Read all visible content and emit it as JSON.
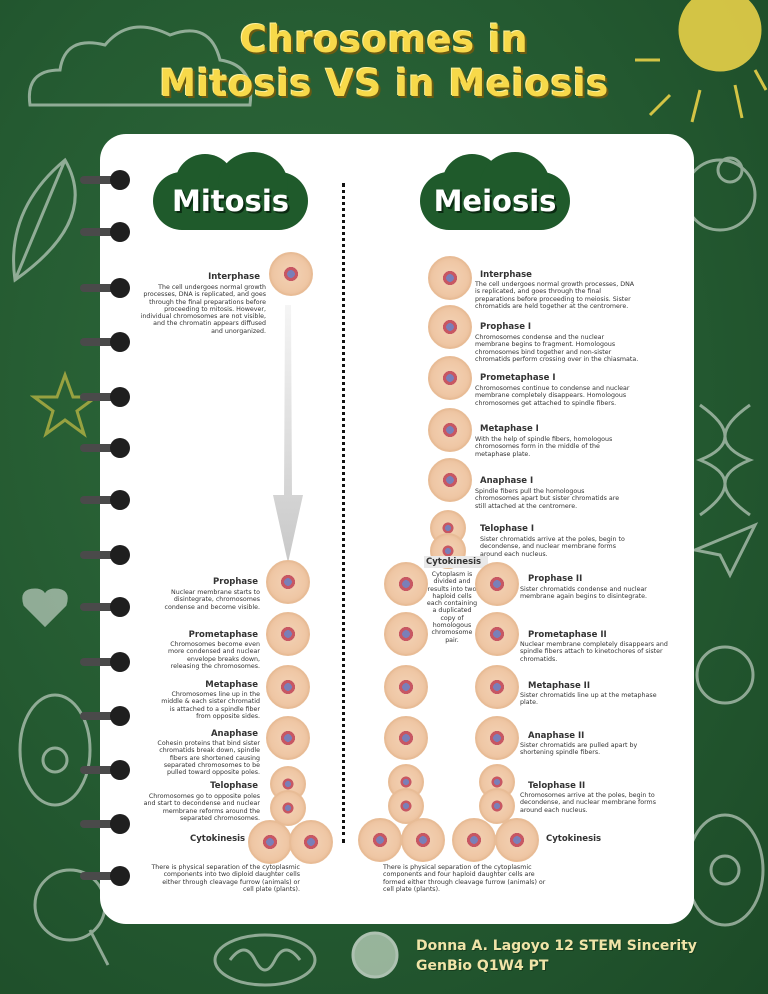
{
  "title": {
    "line1": "Chrosomes in",
    "line2": "Mitosis VS in Meiosis"
  },
  "mitosis": {
    "header": "Mitosis",
    "stages": [
      {
        "name": "Interphase",
        "desc": "The cell undergoes normal growth processes, DNA is replicated, and goes through the final preparations before proceeding to mitosis. However, individual chromosomes are not visible, and the chromatin appears diffused and unorganized."
      },
      {
        "name": "Prophase",
        "desc": "Nuclear membrane starts to disintegrate, chromosomes condense and become visible."
      },
      {
        "name": "Prometaphase",
        "desc": "Chromosomes become even more condensed and nuclear envelope breaks down, releasing the chromosomes."
      },
      {
        "name": "Metaphase",
        "desc": "Chromosomes line up in the middle & each sister chromatid is attached to a spindle fiber from opposite sides."
      },
      {
        "name": "Anaphase",
        "desc": "Cohesin proteins that bind sister chromatids break down, spindle fibers are shortened causing separated chromosomes to be pulled toward opposite poles."
      },
      {
        "name": "Telophase",
        "desc": "Chromosomes go to opposite poles and start to decondense and nuclear membrane reforms around the separated chromosomes."
      },
      {
        "name": "Cytokinesis",
        "desc": "There is physical separation of the cytoplasmic components into two diploid daughter cells either through cleavage furrow (animals) or cell plate (plants)."
      }
    ]
  },
  "meiosis": {
    "header": "Meiosis",
    "stages1": [
      {
        "name": "Interphase",
        "desc": "The cell undergoes normal growth processes, DNA is replicated, and goes through the final preparations before proceeding to meiosis. Sister chromatids are held together at the centromere."
      },
      {
        "name": "Prophase I",
        "desc": "Chromosomes condense and  the nuclear membrane begins to fragment. Homologous chromosomes bind together and non-sister chromatids  perform crossing over in the chiasmata."
      },
      {
        "name": "Prometaphase I",
        "desc": "Chromosomes continue to condense and nuclear membrane completely disappears. Homologous chromosomes get attached to spindle fibers."
      },
      {
        "name": "Metaphase I",
        "desc": "With the help of spindle fibers, homologous chromosomes form in the middle of the metaphase plate."
      },
      {
        "name": "Anaphase I",
        "desc": "Spindle fibers pull the homologous chromosomes apart but sister chromatids are still attached at the centromere."
      },
      {
        "name": "Telophase I",
        "desc": "Sister chromatids arrive at the poles, begin to decondense, and nuclear membrane forms around each nucleus."
      }
    ],
    "cytokinesis1": {
      "name": "Cytokinesis",
      "desc": "Cytoplasm is divided and results into two haploid cells each containing a duplicated copy of homologous chromosome pair."
    },
    "stages2": [
      {
        "name": "Prophase II",
        "desc": "Sister chromatids condense and nuclear membrane again begins to disintegrate."
      },
      {
        "name": "Prometaphase II",
        "desc": "Nuclear membrane completely disappears and spindle fibers attach to kinetochores of sister chromatids."
      },
      {
        "name": "Metaphase II",
        "desc": "Sister chromatids line up at the metaphase plate."
      },
      {
        "name": "Anaphase II",
        "desc": "Sister chromatids are pulled apart by shortening spindle fibers."
      },
      {
        "name": "Telophase II",
        "desc": "Chromosomes arrive at the poles, begin to decondense, and nuclear membrane forms around each nucleus."
      }
    ],
    "cytokinesis2": {
      "name": "Cytokinesis",
      "desc": "There is physical separation of the cytoplasmic components and four haploid daughter cells are formed either through cleavage furrow (animals) or cell plate (plants)."
    }
  },
  "footer": {
    "line1": "Donna A. Lagoyo 12 STEM Sincerity",
    "line2": "GenBio Q1W4 PT"
  }
}
